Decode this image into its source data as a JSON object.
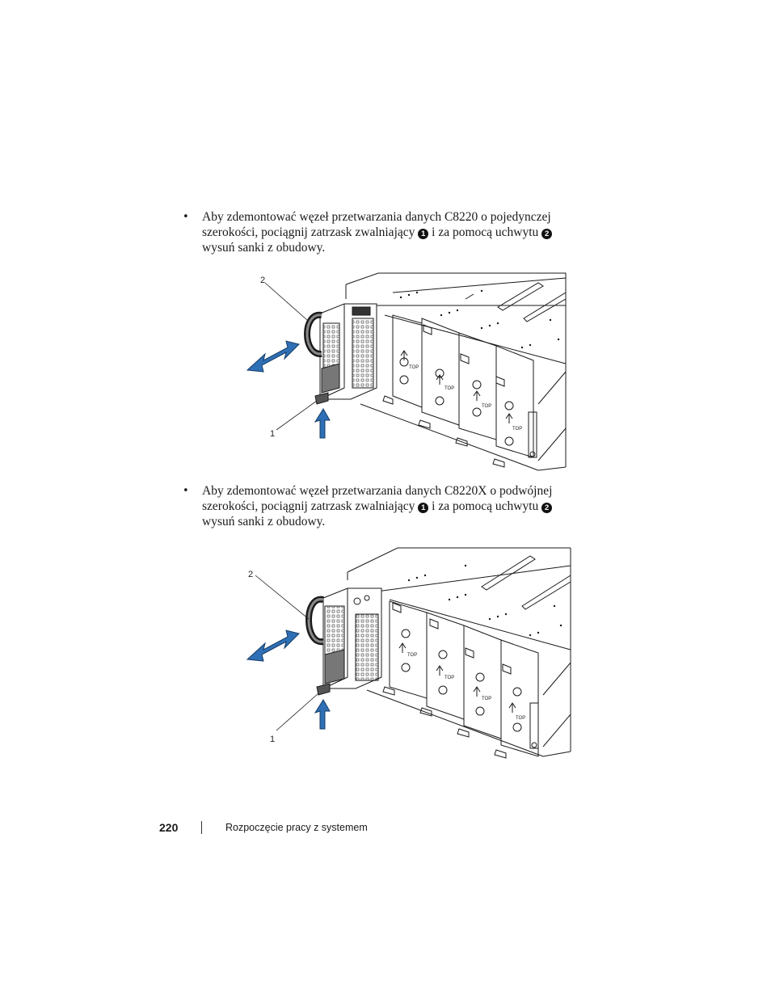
{
  "bullets": [
    {
      "bullet_char": "•",
      "line1": "Aby zdemontować węzeł przetwarzania danych C8220 o pojedynczej",
      "line2_a": "szerokości, pociągnij zatrzask zwalniający",
      "num1": "1",
      "line2_b": "i za pomocą uchwytu",
      "num2": "2",
      "line3": "wysuń sanki z obudowy."
    },
    {
      "bullet_char": "•",
      "line1": "Aby zdemontować węzeł przetwarzania danych C8220X o podwójnej",
      "line2_a": "szerokości, pociągnij zatrzask zwalniający",
      "num1": "1",
      "line2_b": "i za pomocą uchwytu",
      "num2": "2",
      "line3": "wysuń sanki z obudowy."
    }
  ],
  "figures": [
    {
      "callout_handle": "2",
      "callout_latch": "1",
      "sled_label": "TOP"
    },
    {
      "callout_handle": "2",
      "callout_latch": "1",
      "sled_label": "TOP"
    }
  ],
  "footer": {
    "page_number": "220",
    "section_title": "Rozpoczęcie pracy z systemem"
  },
  "colors": {
    "arrow": "#2f6fb5",
    "ink": "#1a1a1a",
    "paper": "#ffffff"
  }
}
